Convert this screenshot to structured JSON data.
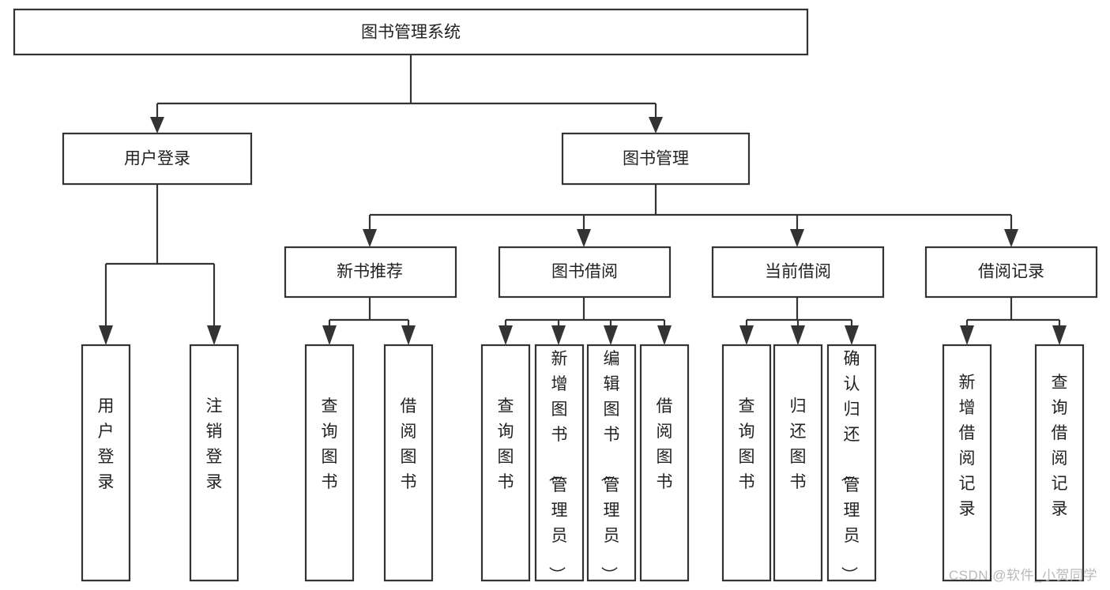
{
  "diagram": {
    "type": "hierarchy-tree",
    "title": "图书管理系统",
    "orientation": "top-down",
    "box_fill": "#ffffff",
    "box_stroke": "#333333",
    "text_color": "#222222",
    "levels": 4
  },
  "root": {
    "label": "图书管理系统"
  },
  "level2": [
    {
      "label": "用户登录"
    },
    {
      "label": "图书管理"
    }
  ],
  "level3": [
    {
      "label": "新书推荐"
    },
    {
      "label": "图书借阅"
    },
    {
      "label": "当前借阅"
    },
    {
      "label": "借阅记录"
    }
  ],
  "leaves_user_login": [
    {
      "label": "用户登录"
    },
    {
      "label": "注销登录"
    }
  ],
  "leaves_new_book": [
    {
      "label": "查询图书"
    },
    {
      "label": "借阅图书"
    }
  ],
  "leaves_borrow": [
    {
      "label": "查询图书"
    },
    {
      "label": "新增图书（管理员）"
    },
    {
      "label": "编辑图书（管理员）"
    },
    {
      "label": "借阅图书"
    }
  ],
  "leaves_current": [
    {
      "label": "查询图书"
    },
    {
      "label": "归还图书"
    },
    {
      "label": "确认归还（管理员）"
    }
  ],
  "leaves_records": [
    {
      "label": "新增借阅记录"
    },
    {
      "label": "查询借阅记录"
    }
  ],
  "watermark": {
    "text": "CSDN @软件_小贺同学",
    "color": "#b9b9b9"
  }
}
